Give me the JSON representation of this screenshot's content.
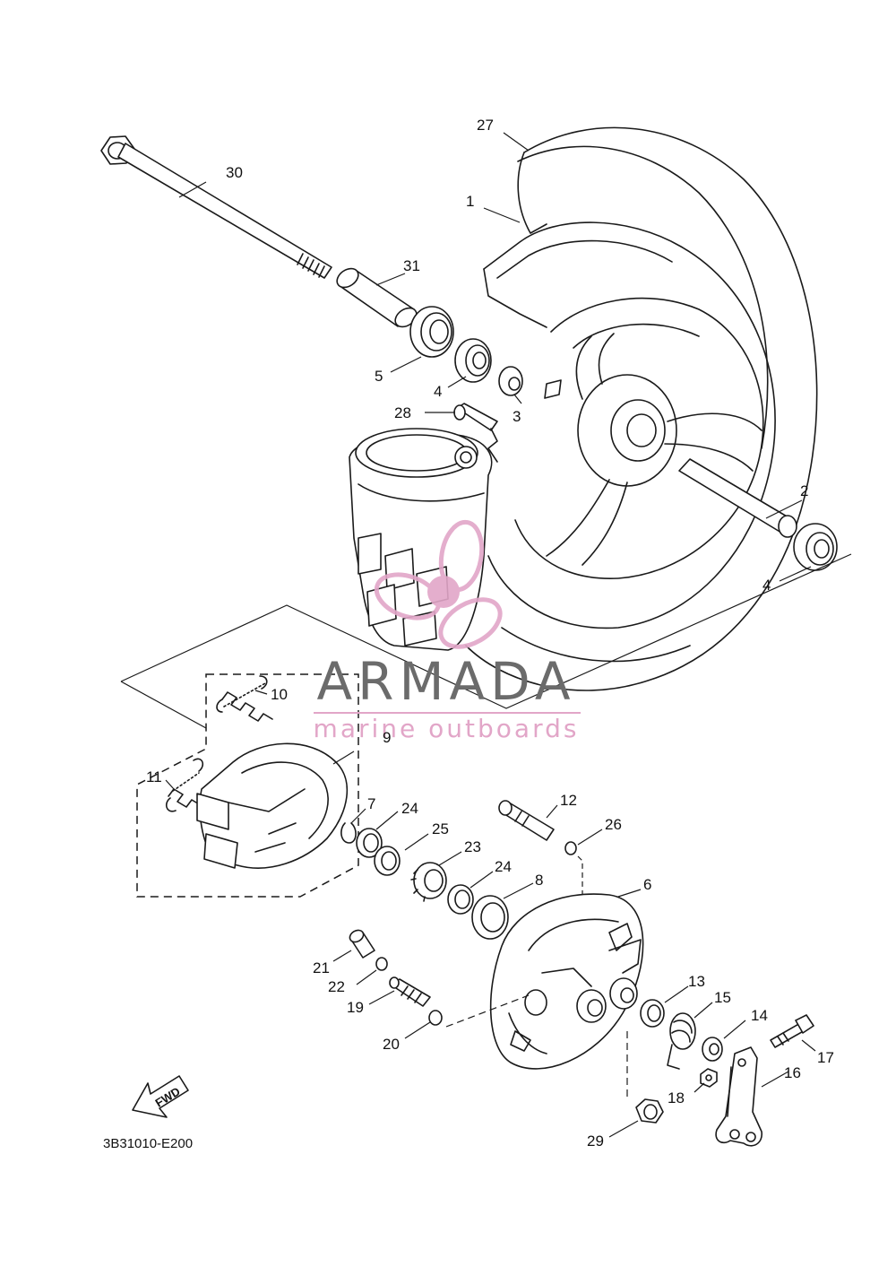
{
  "diagram_code": "3B31010-E200",
  "fwd_label": "FWD",
  "watermark": {
    "title": "ARMADA",
    "subtitle": "marine outboards",
    "title_color": "#6b6b6b",
    "accent_color": "#e2a6c8"
  },
  "callouts": {
    "c1": "1",
    "c2": "2",
    "c3": "3",
    "c4a": "4",
    "c4b": "4",
    "c5": "5",
    "c6": "6",
    "c7": "7",
    "c8": "8",
    "c9": "9",
    "c10": "10",
    "c11": "11",
    "c12": "12",
    "c13": "13",
    "c14": "14",
    "c15": "15",
    "c16": "16",
    "c17": "17",
    "c18": "18",
    "c19": "19",
    "c20": "20",
    "c21": "21",
    "c22": "22",
    "c23": "23",
    "c24a": "24",
    "c24b": "24",
    "c25": "25",
    "c26": "26",
    "c27": "27",
    "c28": "28",
    "c29": "29",
    "c30": "30",
    "c31": "31"
  }
}
